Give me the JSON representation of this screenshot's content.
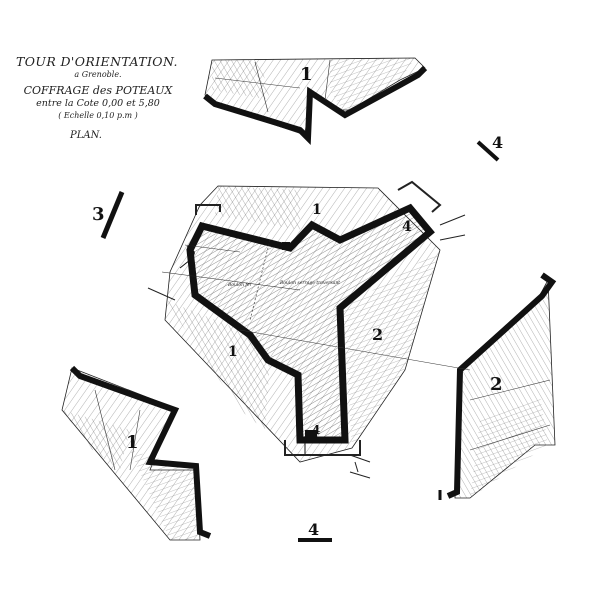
{
  "title": {
    "line1": "TOUR D'ORIENTATION.",
    "line2": "a Grenoble.",
    "line3": "COFFRAGE des POTEAUX",
    "line4": "entre la Cote 0,00 et 5,80",
    "line5": "( Echelle 0,10 p.m )",
    "line6": "PLAN."
  },
  "labels": {
    "piece_1": "1",
    "piece_2": "2",
    "piece_3": "3",
    "piece_4": "4",
    "section_3": "3",
    "section_4": "4",
    "note_left": "Boulon fer",
    "note_center": "Boulon serrage traversant"
  },
  "colors": {
    "ink": "#111111",
    "paper": "#ffffff",
    "wood": "#555555"
  }
}
